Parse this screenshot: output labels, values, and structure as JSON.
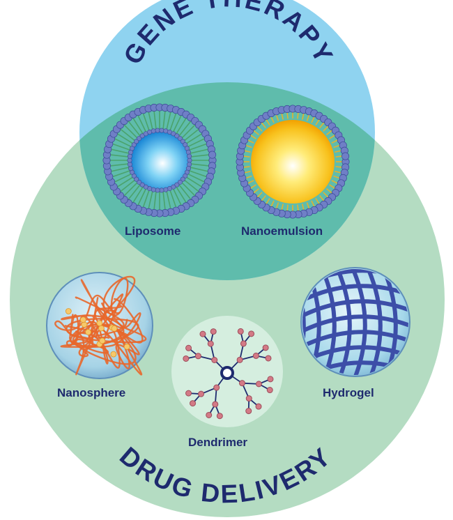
{
  "gene_therapy": {
    "title": "GENE THERAPY",
    "items": [
      {
        "label": "Liposome"
      },
      {
        "label": "Nanoemulsion"
      }
    ]
  },
  "drug_delivery": {
    "title": "DRUG DELIVERY",
    "items": [
      {
        "label": "Nanosphere"
      },
      {
        "label": "Dendrimer"
      },
      {
        "label": "Hydrogel"
      }
    ]
  },
  "colors": {
    "gene_circle": "#8fd3f0",
    "drug_circle": "#b4dcc2",
    "overlap": "#5fbcac",
    "label_text": "#1e2a6e",
    "lipid_head": "#6f7fc6",
    "lipid_tail": "#4aa36c",
    "nano_tail": "#e3b22f",
    "fiber": "#e8672b",
    "hydrogel_mesh": "#3c4ea8",
    "dendrimer_node": "#d37a86"
  }
}
